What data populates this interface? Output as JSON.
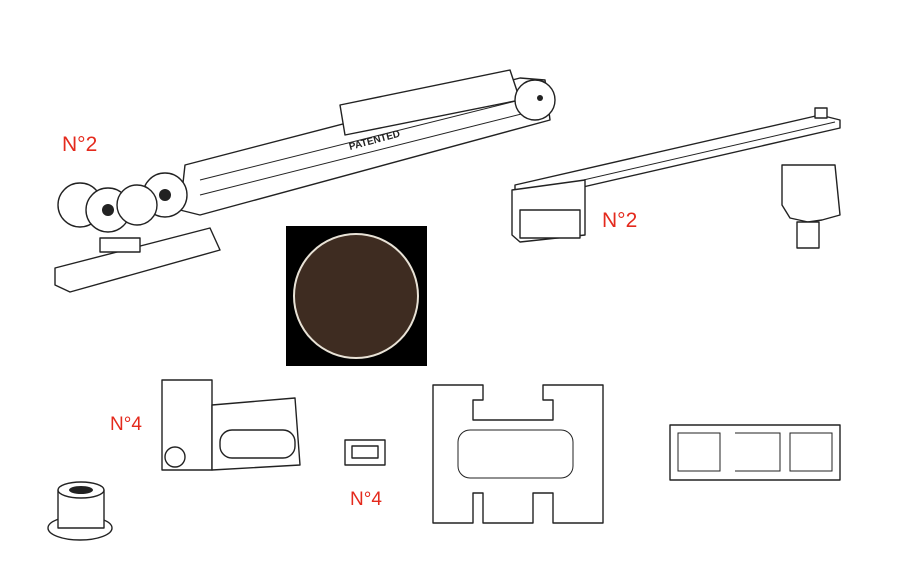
{
  "labels": {
    "trolley_qty": "N°2",
    "arm_qty": "N°2",
    "stopper_qty": "N°4",
    "clip_qty": "N°4"
  },
  "trolley_stamp": "PATENTED",
  "finish_color": "#3e2c21"
}
